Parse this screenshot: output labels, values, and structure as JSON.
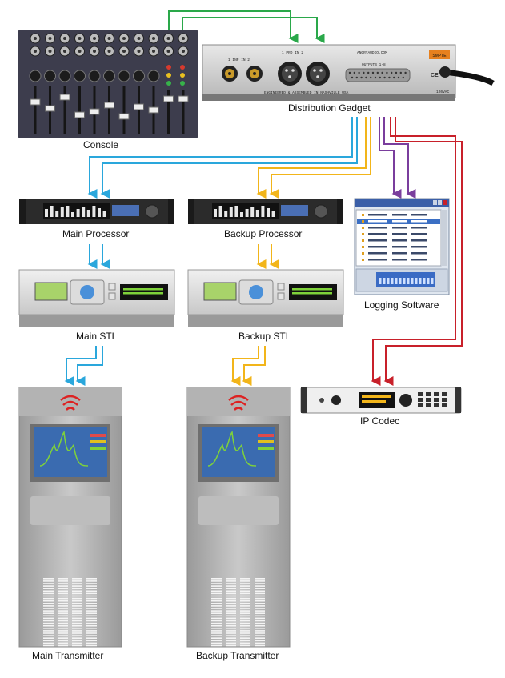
{
  "labels": {
    "console": "Console",
    "distribution": "Distribution Gadget",
    "main_processor": "Main Processor",
    "backup_processor": "Backup Processor",
    "logging": "Logging Software",
    "main_stl": "Main STL",
    "backup_stl": "Backup STL",
    "ip_codec": "IP Codec",
    "main_transmitter": "Main Transmitter",
    "backup_transmitter": "Backup Transmitter"
  },
  "gadget_panel": {
    "brand": "ANGRYAUDIO.COM",
    "inputs_left": "1   INP IN   2",
    "inputs_right": "1     PRO IN     2",
    "outputs": "OUTPUTS 1-8",
    "footer": "ENGINEERED & ASSEMBLED IN NASHVILLE USA",
    "model": "SMPTE",
    "voltage": "120VAC",
    "ce": "CE"
  },
  "colors": {
    "green": "#2aa84a",
    "blue": "#2aa7dc",
    "yellow": "#f2b51a",
    "purple": "#7a3e9d",
    "red": "#c8202a"
  }
}
